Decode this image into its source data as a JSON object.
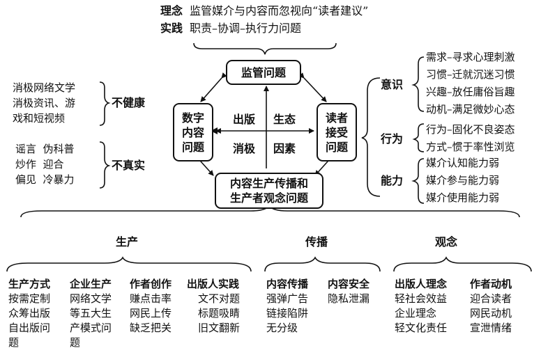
{
  "top": {
    "theory_label": "理念",
    "theory_text": "监管媒介与内容而忽视向“读者建议”",
    "practice_label": "实践",
    "practice_text": "职责–协调–执行力问题"
  },
  "center": {
    "box_regulation": "监管问题",
    "box_digital": [
      "数字",
      "内容",
      "问题"
    ],
    "box_reader": [
      "读者",
      "接受",
      "问题"
    ],
    "box_production": [
      "内容生产传播和",
      "生产者观念问题"
    ],
    "quad_tl": "出版",
    "quad_tr": "生态",
    "quad_bl": "消极",
    "quad_br": "因素"
  },
  "left": {
    "unhealthy_items": [
      "消极网络文学",
      "消极资讯、游",
      "戏和短视频"
    ],
    "unhealthy_label": "不健康",
    "untrue_items": [
      "谣言  伪科普",
      "炒作  迎合",
      "偏见  冷暴力"
    ],
    "untrue_label": "不真实"
  },
  "right": {
    "awareness_label": "意识",
    "awareness_items": [
      "需求–寻求心理刺激",
      "习惯–迁就沉迷习惯",
      "兴趣–放任庸俗旨趣",
      "动机–满足微妙心态"
    ],
    "behavior_label": "行为",
    "behavior_items": [
      "行为–固化不良姿态",
      "方式–惯于率性浏览"
    ],
    "ability_label": "能力",
    "ability_items": [
      "媒介认知能力弱",
      "媒介参与能力弱",
      "媒介使用能力弱"
    ]
  },
  "bottom": {
    "production_label": "生产",
    "dissemination_label": "传播",
    "concept_label": "观念",
    "columns": [
      {
        "title": "生产方式",
        "lines": [
          "按需定制",
          "众筹出版",
          "自出版问",
          "题"
        ]
      },
      {
        "title": "企业生产",
        "lines": [
          "网络文学",
          "等五大生",
          "产模式问",
          "题"
        ]
      },
      {
        "title": "作者创作",
        "lines": [
          "赚点击率",
          "网民上传",
          "缺乏把关"
        ]
      },
      {
        "title": "出版人实践",
        "lines": [
          "文不对题",
          "标题吸睛",
          "旧文翻新"
        ]
      },
      {
        "title": "内容传播",
        "lines": [
          "强弹广告",
          "链接陷阱",
          "无分级"
        ]
      },
      {
        "title": "内容安全",
        "lines": [
          "隐私泄漏"
        ]
      },
      {
        "title": "出版人理念",
        "lines": [
          "轻社会效益",
          "企业理念",
          "轻文化责任"
        ]
      },
      {
        "title": "作者动机",
        "lines": [
          "迎合读者",
          "网民动机",
          "宣泄情绪"
        ]
      }
    ]
  }
}
